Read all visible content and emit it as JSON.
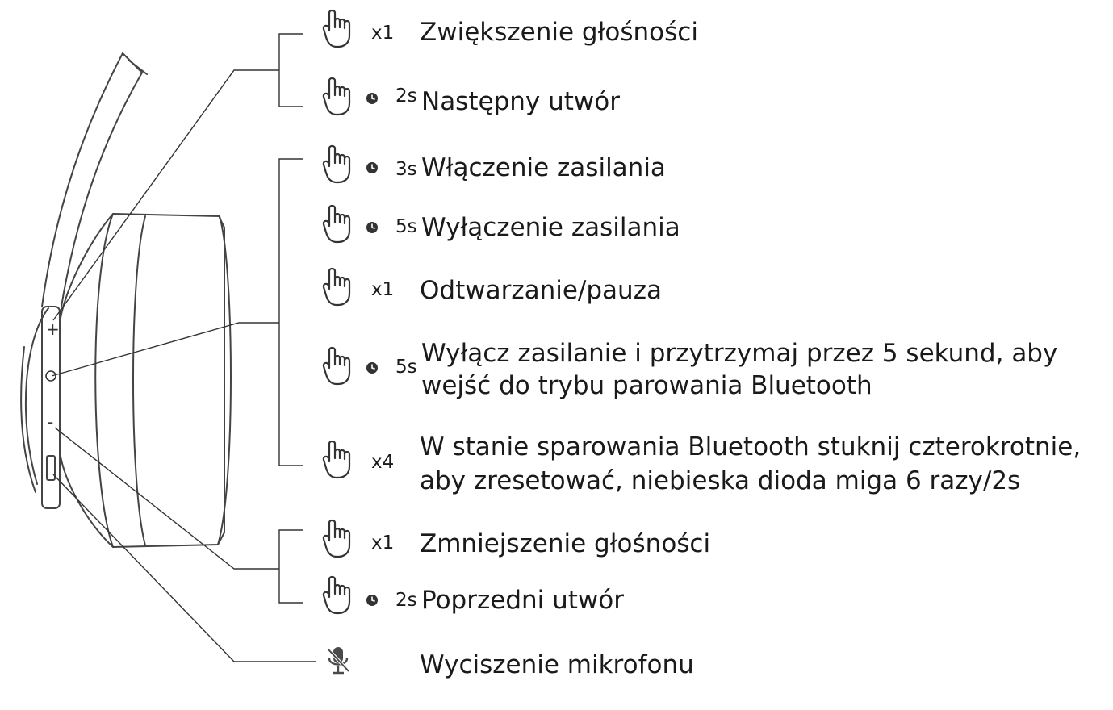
{
  "colors": {
    "text": "#1a1a1a",
    "line": "#333333",
    "sketch": "#444444"
  },
  "icons": {
    "hand": "pointing-finger-icon",
    "clock": "clock-icon",
    "mic": "microphone-muted-icon"
  },
  "device": {
    "plus_label": "+",
    "minus_label": "-"
  },
  "items": [
    {
      "tap": "x1",
      "duration": "",
      "desc": [
        "Zwiększenie głośności"
      ]
    },
    {
      "tap": "",
      "duration": "2s",
      "desc": [
        "Następny utwór"
      ]
    },
    {
      "tap": "",
      "duration": "3s",
      "desc": [
        "Włączenie zasilania"
      ]
    },
    {
      "tap": "",
      "duration": "5s",
      "desc": [
        "Wyłączenie zasilania"
      ]
    },
    {
      "tap": "x1",
      "duration": "",
      "desc": [
        "Odtwarzanie/pauza"
      ]
    },
    {
      "tap": "",
      "duration": "5s",
      "desc": [
        "Wyłącz zasilanie i przytrzymaj przez 5 sekund, aby",
        "wejść do trybu parowania Bluetooth"
      ]
    },
    {
      "tap": "x4",
      "duration": "",
      "desc": [
        "W stanie sparowania Bluetooth stuknij czterokrotnie,",
        "aby zresetować, niebieska dioda miga 6 razy/2s"
      ]
    },
    {
      "tap": "x1",
      "duration": "",
      "desc": [
        "Zmniejszenie głośności"
      ]
    },
    {
      "tap": "",
      "duration": "2s",
      "desc": [
        "Poprzedni utwór"
      ]
    },
    {
      "tap": "",
      "duration": "",
      "desc": [
        "Wyciszenie mikrofonu"
      ]
    }
  ]
}
